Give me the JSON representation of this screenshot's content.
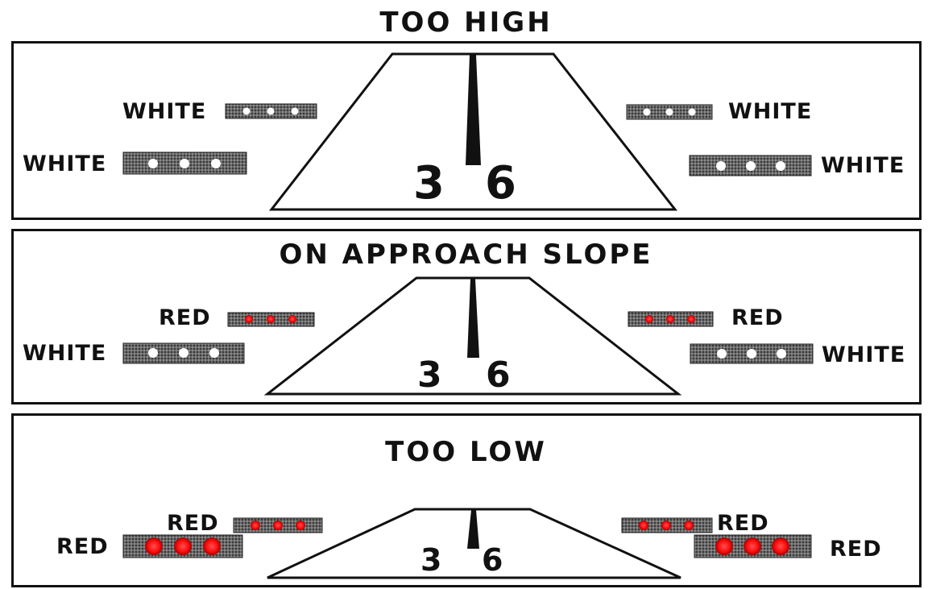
{
  "sections": [
    {
      "title": "TOO HIGH",
      "runway_number_left": "3",
      "runway_number_right": "6",
      "lights": [
        {
          "label": "WHITE",
          "color": "white"
        },
        {
          "label": "WHITE",
          "color": "white"
        },
        {
          "label": "WHITE",
          "color": "white"
        },
        {
          "label": "WHITE",
          "color": "white"
        }
      ]
    },
    {
      "title": "ON APPROACH SLOPE",
      "runway_number_left": "3",
      "runway_number_right": "6",
      "lights": [
        {
          "label": "RED",
          "color": "red"
        },
        {
          "label": "WHITE",
          "color": "white"
        },
        {
          "label": "RED",
          "color": "red"
        },
        {
          "label": "WHITE",
          "color": "white"
        }
      ]
    },
    {
      "title": "TOO LOW",
      "runway_number_left": "3",
      "runway_number_right": "6",
      "lights": [
        {
          "label": "RED",
          "color": "red"
        },
        {
          "label": "RED",
          "color": "red"
        },
        {
          "label": "RED",
          "color": "red"
        },
        {
          "label": "RED",
          "color": "red"
        }
      ]
    }
  ],
  "colors": {
    "light_white": "#ffffff",
    "light_red": "#ff1a1a",
    "light_housing": "#555555",
    "ink": "#111111"
  }
}
